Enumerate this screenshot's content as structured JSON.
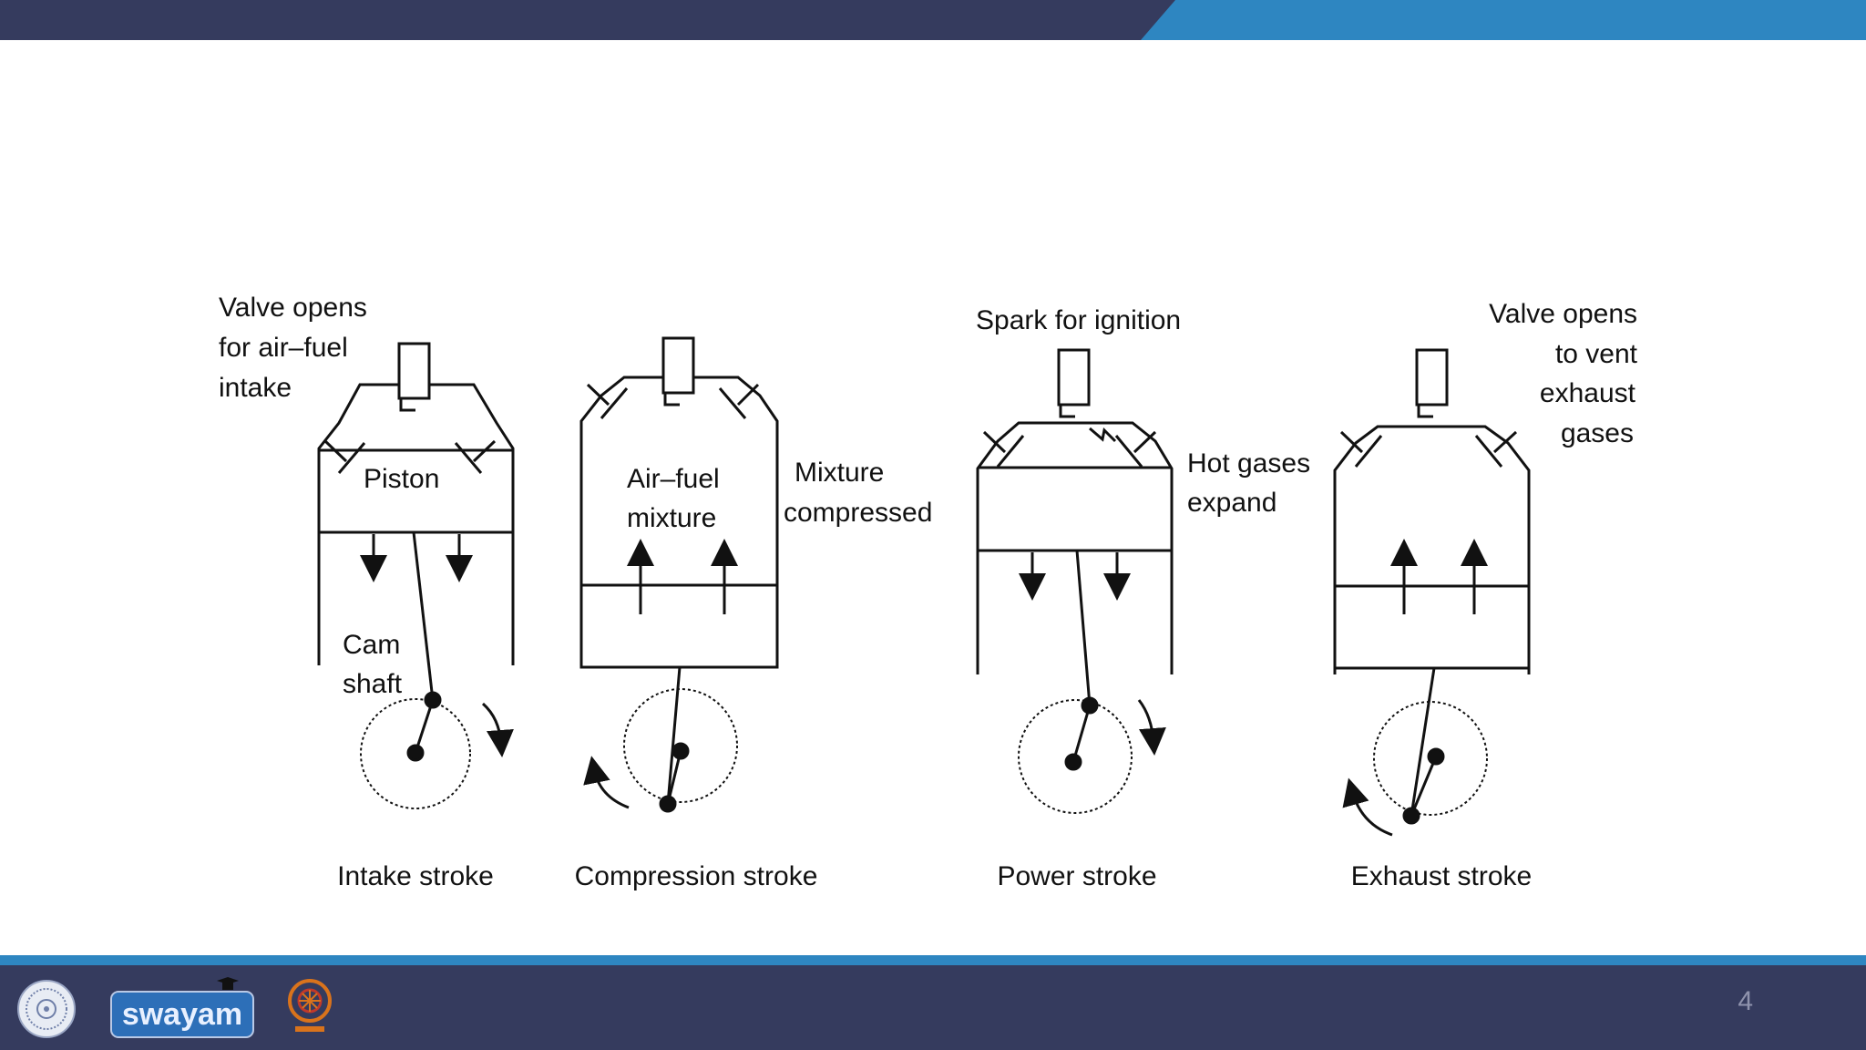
{
  "slide": {
    "page_number": "4"
  },
  "diagram": {
    "strokes": [
      {
        "caption": "Intake stroke",
        "notes": [
          "Valve opens",
          "for air–fuel",
          "intake"
        ],
        "inner_label": "Piston",
        "side_label": [
          "Cam",
          "shaft"
        ]
      },
      {
        "caption": "Compression stroke",
        "inner_label": [
          "Air–fuel",
          "mixture"
        ],
        "side_label": [
          "Mixture",
          "compressed"
        ]
      },
      {
        "caption": "Power stroke",
        "notes": [
          "Spark for ignition"
        ],
        "side_label": [
          "Hot gases",
          "expand"
        ]
      },
      {
        "caption": "Exhaust stroke",
        "notes": [
          "Valve opens",
          "to vent",
          "exhaust",
          "gases"
        ]
      }
    ]
  },
  "footer": {
    "logos": [
      "institute-seal",
      "swayam",
      "nptel"
    ],
    "swayam_text": "swayam"
  },
  "colors": {
    "navy": "#353b5e",
    "blue": "#2e86c1"
  }
}
